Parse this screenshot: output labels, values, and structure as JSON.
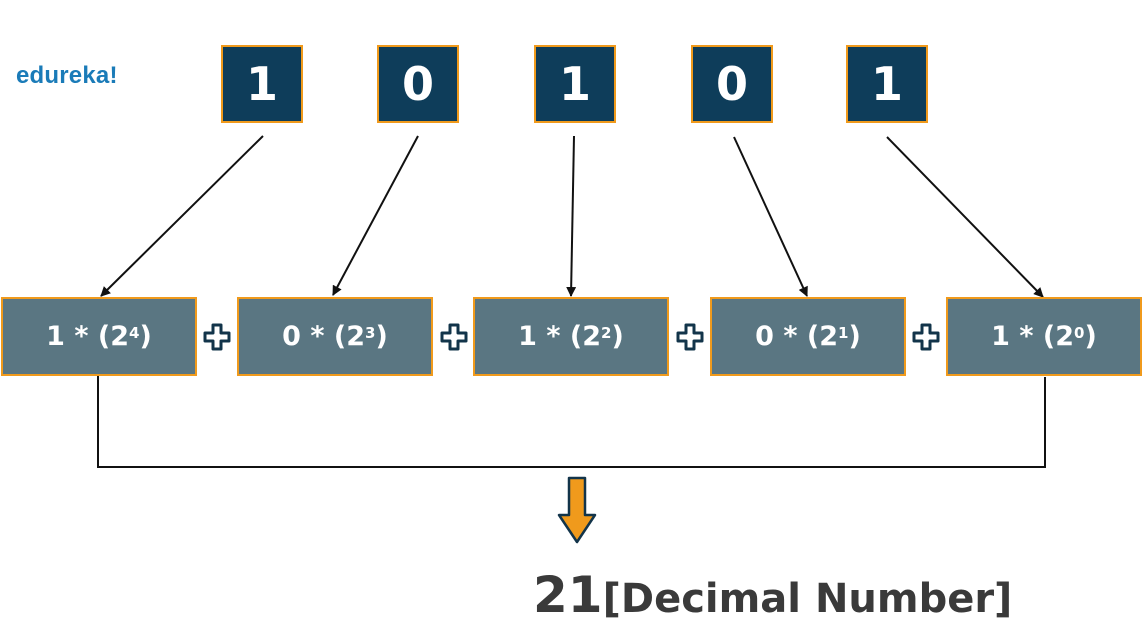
{
  "brand": {
    "logo_text": "edureka!"
  },
  "bits": [
    "1",
    "0",
    "1",
    "0",
    "1"
  ],
  "terms": [
    {
      "coef": "1",
      "op": "*",
      "base": "2",
      "exp": "4"
    },
    {
      "coef": "0",
      "op": "*",
      "base": "2",
      "exp": "3"
    },
    {
      "coef": "1",
      "op": "*",
      "base": "2",
      "exp": "2"
    },
    {
      "coef": "0",
      "op": "*",
      "base": "2",
      "exp": "1"
    },
    {
      "coef": "1",
      "op": "*",
      "base": "2",
      "exp": "0"
    }
  ],
  "result": {
    "value": "21",
    "label": "[Decimal Number]"
  },
  "colors": {
    "bit_fill": "#0e3d5a",
    "term_fill": "#5a7682",
    "border_accent": "#f09a1c",
    "logo": "#1a7bb8",
    "result_text": "#3a3a3a",
    "plus_stroke": "#12344a"
  },
  "icons": {
    "operator": "plus-icon",
    "down_arrow": "down-arrow-icon"
  }
}
